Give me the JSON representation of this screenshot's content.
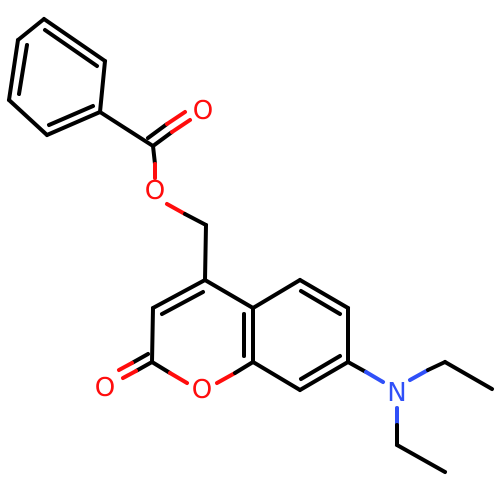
{
  "molecule": {
    "atoms": {
      "o_carbonyl_ester": "O",
      "o_ester": "O",
      "o_carbonyl_lactone": "O",
      "o_ring": "O",
      "n_amine": "N"
    }
  },
  "colors": {
    "carbon_bond": "#000000",
    "oxygen": "#ff0d0d",
    "nitrogen": "#3050f8",
    "background": "#ffffff"
  }
}
